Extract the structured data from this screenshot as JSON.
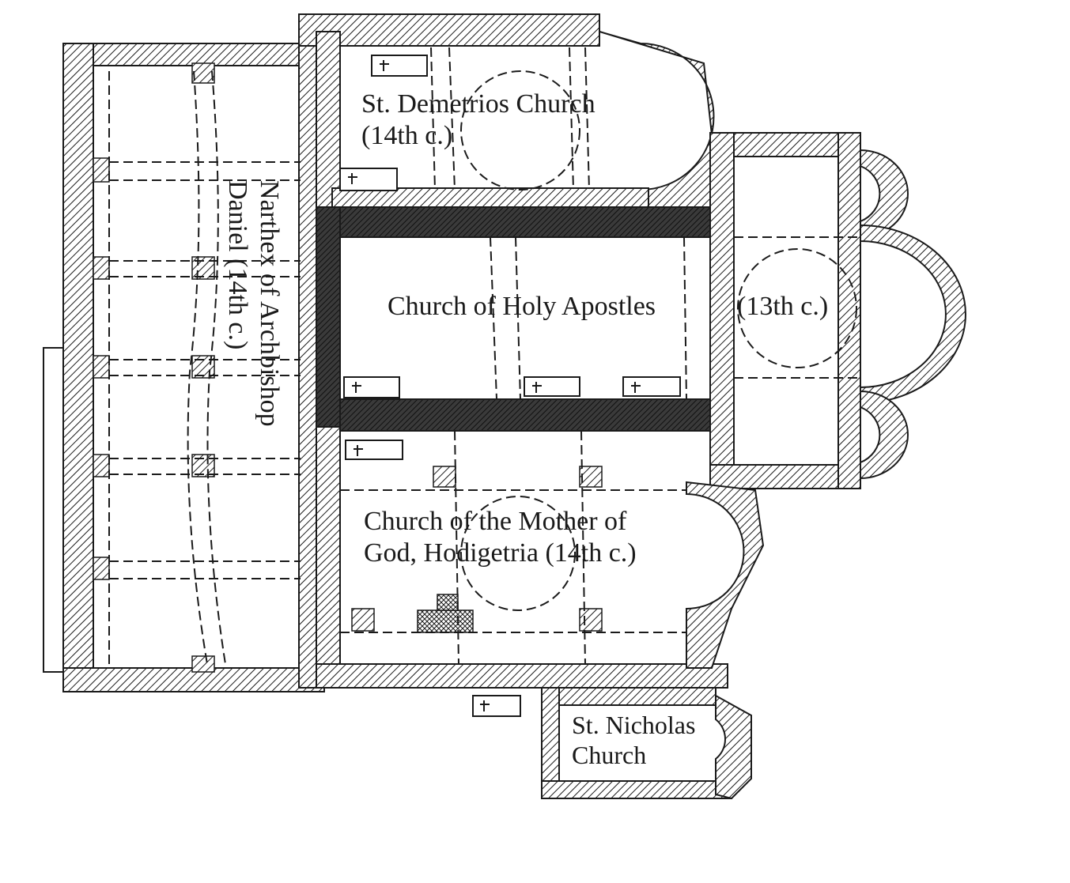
{
  "labels": {
    "demetrios": {
      "line1": "St. Demetrios Church",
      "line2": "(14th c.)"
    },
    "narthex": {
      "line1": "Narthex of Archbishop",
      "line2": "Daniel (14th c.)"
    },
    "apostles": "Church of Holy Apostles",
    "century13": "(13th c.)",
    "hodigetria": {
      "line1": "Church of the Mother of",
      "line2": "God, Hodigetria (14th c.)"
    },
    "nicholas": {
      "line1": "St. Nicholas",
      "line2": "Church"
    }
  },
  "colors": {
    "ink": "#1a1a1a",
    "dark_fill": "#3a3a3a",
    "paper": "#ffffff"
  }
}
